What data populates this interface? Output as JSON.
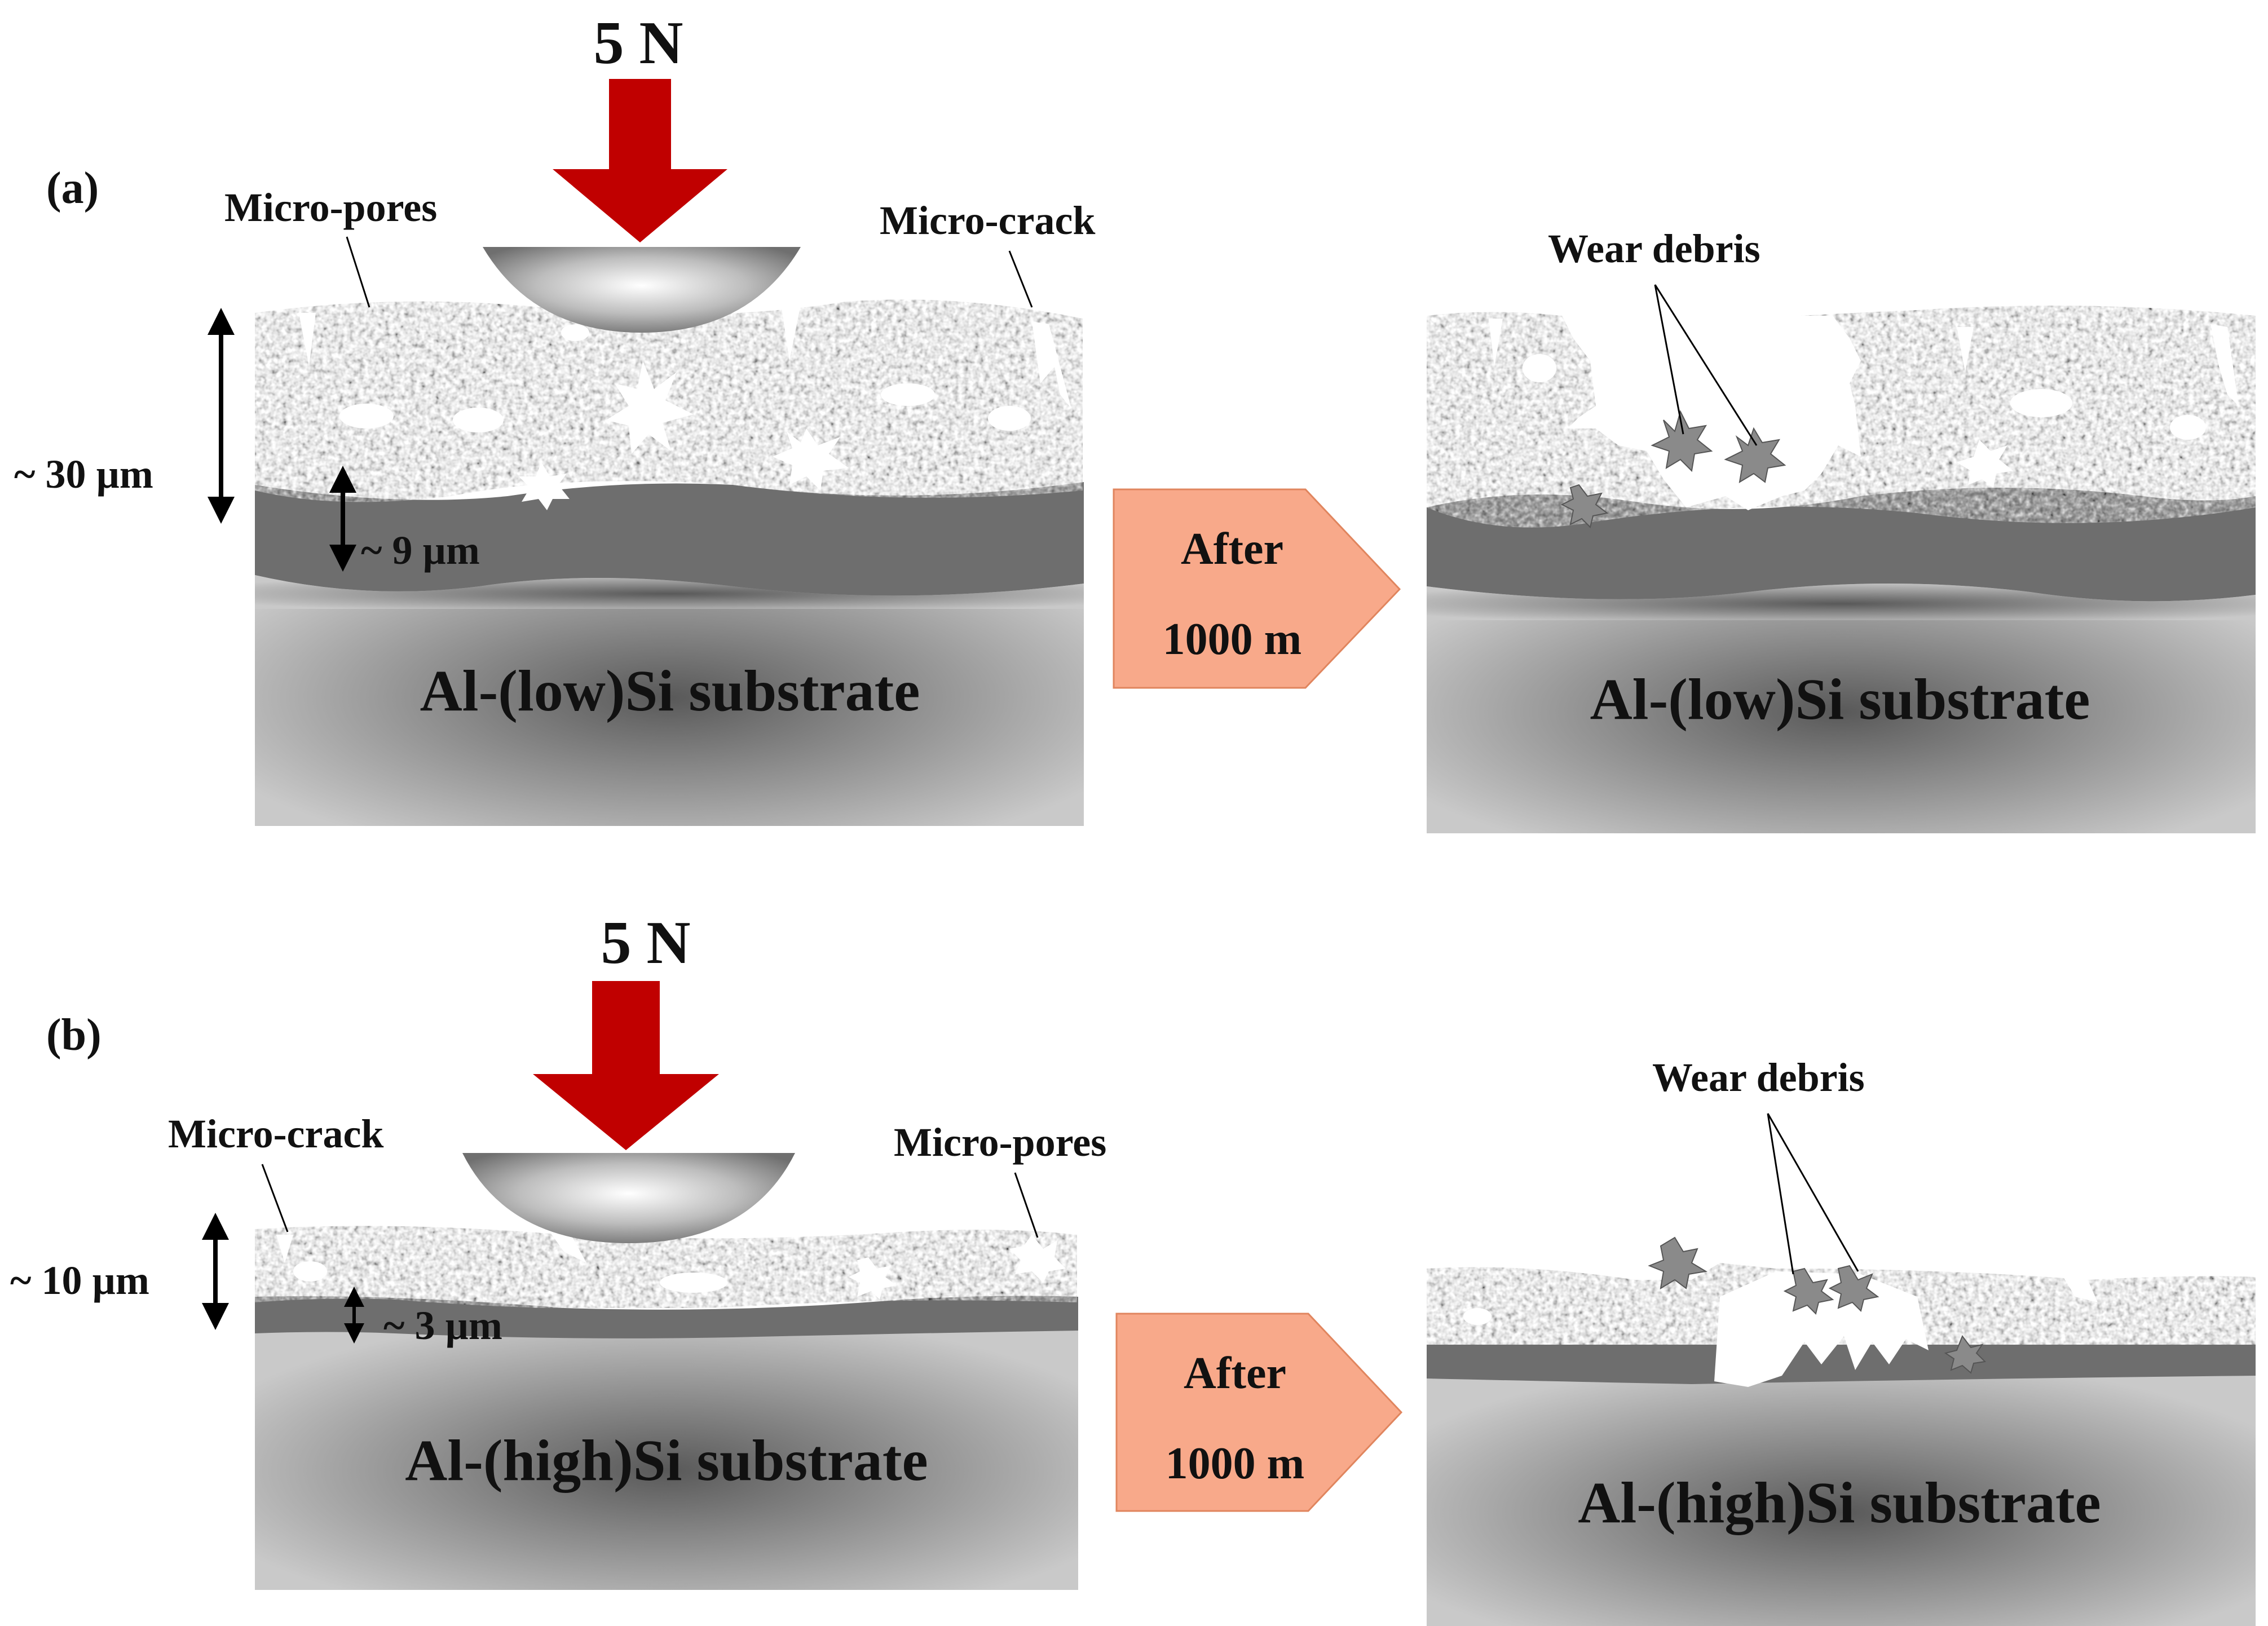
{
  "panel_a": {
    "label": "(a)",
    "load": "5 N",
    "pores_label": "Micro-pores",
    "crack_label": "Micro-crack",
    "coating_thickness": "~ 30 µm",
    "interlayer_thickness": "~ 9 µm",
    "substrate": "Al-(low)Si  substrate",
    "after_line1": "After",
    "after_line2": "1000 m",
    "debris_label": "Wear debris",
    "substrate_after": "Al-(low)Si  substrate"
  },
  "panel_b": {
    "label": "(b)",
    "load": "5 N",
    "crack_label": "Micro-crack",
    "pores_label": "Micro-pores",
    "coating_thickness": "~ 10 µm",
    "interlayer_thickness": "~ 3 µm",
    "substrate": "Al-(high)Si  substrate",
    "after_line1": "After",
    "after_line2": "1000 m",
    "debris_label": "Wear debris",
    "substrate_after": "Al-(high)Si  substrate"
  },
  "colors": {
    "arrow": "#c00000",
    "after_box": "#f8a98a",
    "interlayer": "#6e6e6e",
    "substrate_center": "#595959",
    "substrate_edge": "#c9c9c9"
  }
}
